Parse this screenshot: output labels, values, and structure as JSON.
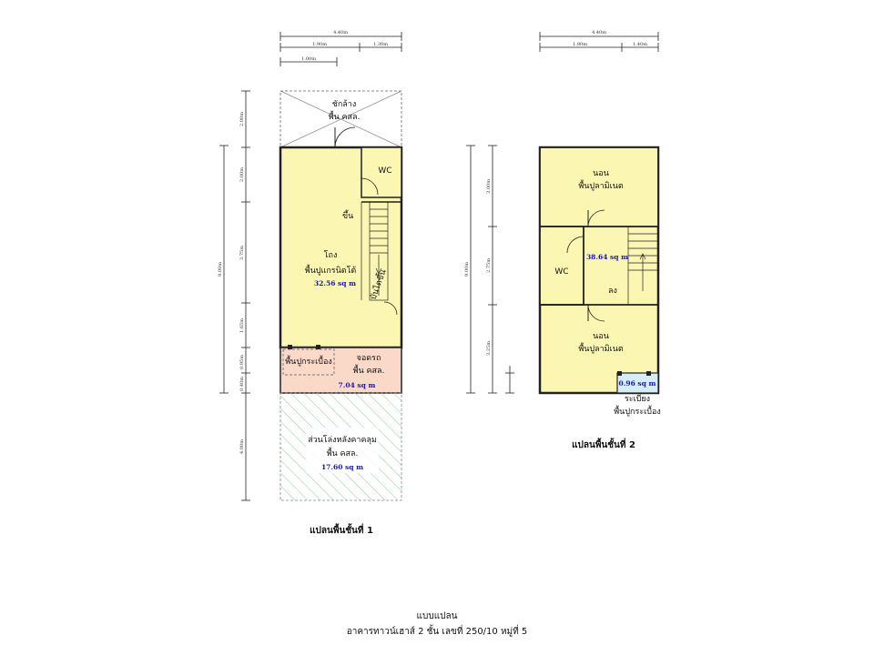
{
  "plan1": {
    "title": "แปลนพื้นชั้นที่ 1",
    "width_total": "4.40m",
    "width_a": "1.90m",
    "width_b": "1.30m",
    "width_c": "1.00m",
    "height_total": "9.00m",
    "dims": [
      "2.00m",
      "2.00m",
      "3.75m",
      "1.65m",
      "0.95m",
      "0.40m",
      "4.00m"
    ],
    "setback_line1": "ชักล้าง",
    "setback_line2": "พื้น คสล.",
    "wc": "WC",
    "up": "ขึ้น",
    "stair_note": "บันไดขึ้น",
    "hall_line1": "โถง",
    "hall_line2": "พื้นปูแกรนิตโต้",
    "hall_area": "32.56 sq m",
    "tile_floor": "พื้นปูกระเบื้อง",
    "parking_line1": "จอดรถ",
    "parking_line2": "พื้น คสล.",
    "parking_area": "7.04 sq m",
    "rear_line1": "ส่วนโล่งหลังคาคลุม",
    "rear_line2": "พื้น คสล.",
    "rear_area": "17.60 sq m"
  },
  "plan2": {
    "title": "แปลนพื้นชั้นที่ 2",
    "width_total": "4.40m",
    "width_a": "1.80m",
    "width_b": "1.40m",
    "height_total": "9.00m",
    "dims": [
      "3.00m",
      "2.75m",
      "3.25m"
    ],
    "bed_top_line1": "นอน",
    "bed_top_line2": "พื้นปูลามิเนต",
    "wc": "WC",
    "center_area": "38.64 sq m",
    "down": "ลง",
    "bed_bottom_line1": "นอน",
    "bed_bottom_line2": "พื้นปูลามิเนต",
    "balcony_area": "0.96 sq m",
    "balcony_line1": "ระเบียง",
    "balcony_line2": "พื้นปูกระเบื้อง"
  },
  "caption": {
    "line1": "แบบแปลน",
    "line2": "อาคารทาวน์เฮาส์ 2 ชั้น เลขที่ 250/10 หมู่ที่ 5"
  },
  "colors": {
    "room_fill": "#fbf7b3",
    "parking_fill": "#fbd9c9",
    "balcony_fill": "#d6ecf7",
    "hatch": "#7fcf9a",
    "wall": "#222222"
  }
}
